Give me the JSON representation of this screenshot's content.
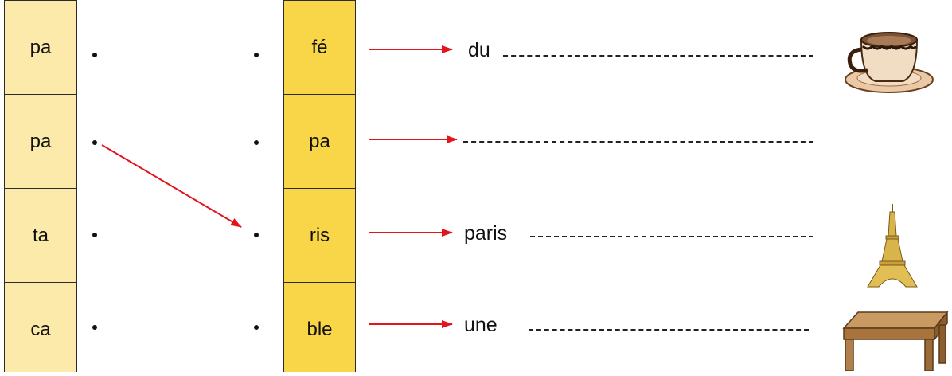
{
  "left_syllables": [
    "pa",
    "pa",
    "ta",
    "ca"
  ],
  "right_syllables": [
    "fé",
    "pa",
    "ris",
    "ble"
  ],
  "answers": [
    "du",
    "",
    "paris",
    "une"
  ],
  "pictures": [
    "coffee-cup-icon",
    "",
    "eiffel-tower-icon",
    "table-icon"
  ],
  "colors": {
    "left_column": "#fbeaa9",
    "right_column": "#f9d548",
    "arrow": "#e3141b"
  }
}
